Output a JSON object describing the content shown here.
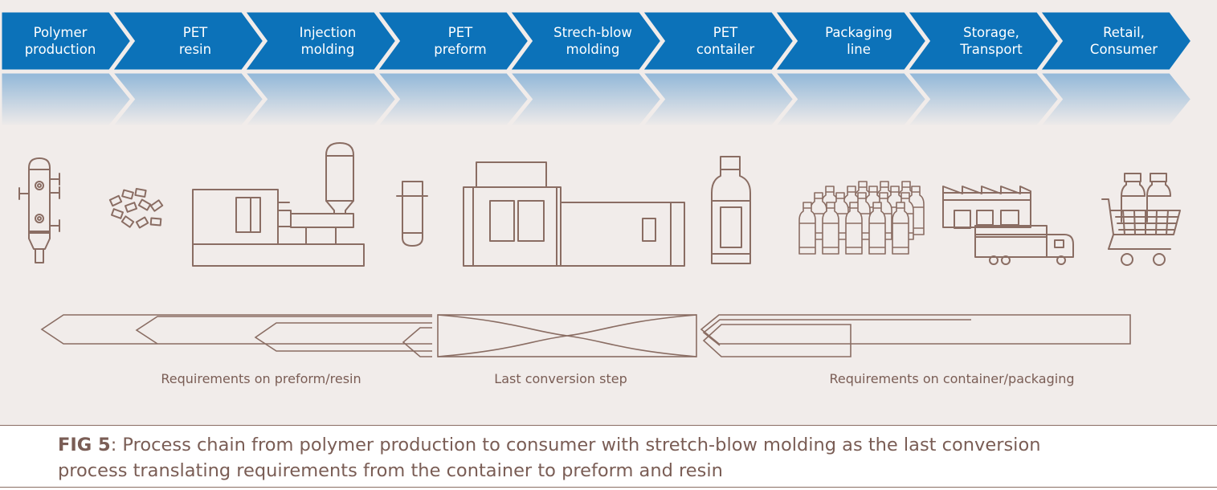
{
  "steps": [
    {
      "line1": "Polymer",
      "line2": "production"
    },
    {
      "line1": "PET",
      "line2": "resin"
    },
    {
      "line1": "Injection",
      "line2": "molding"
    },
    {
      "line1": "PET",
      "line2": "preform"
    },
    {
      "line1": "Strech-blow",
      "line2": "molding"
    },
    {
      "line1": "PET",
      "line2": "contailer"
    },
    {
      "line1": "Packaging",
      "line2": "line"
    },
    {
      "line1": "Storage,",
      "line2": "Transport"
    },
    {
      "line1": "Retail,",
      "line2": "Consumer"
    }
  ],
  "groups": {
    "left": "Requirements on preform/resin",
    "center": "Last conversion step",
    "right": "Requirements on container/packaging"
  },
  "caption": {
    "tag": "FIG 5",
    "text": ": Process chain from polymer production to consumer with stretch-blow molding as the last conversion process translating requirements from the container to preform and resin"
  },
  "icons": [
    "reactor-icon",
    "resin-pellets-icon",
    "injection-molding-machine-icon",
    "preform-icon",
    "stretch-blow-machine-icon",
    "bottle-icon",
    "bottle-group-icon",
    "factory-truck-icon",
    "shopping-cart-icon"
  ],
  "colors": {
    "chevron_blue": "#0c72b9",
    "background": "#f1ecea",
    "line_art": "#8a6d63",
    "text_brown": "#7a5d55"
  }
}
